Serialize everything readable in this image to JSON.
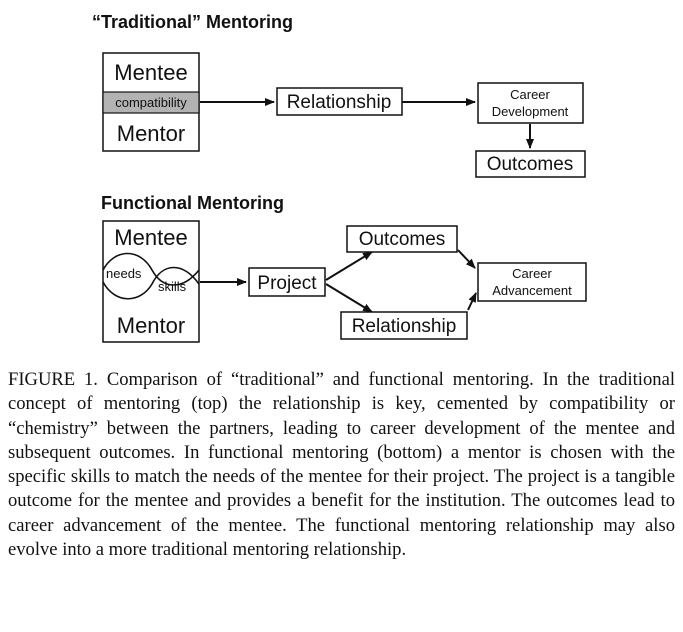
{
  "traditional": {
    "title": "“Traditional” Mentoring",
    "mentee": "Mentee",
    "compatibility": "compatibility",
    "mentor": "Mentor",
    "relationship": "Relationship",
    "career_line1": "Career",
    "career_line2": "Development",
    "outcomes": "Outcomes"
  },
  "functional": {
    "title": "Functional Mentoring",
    "mentee": "Mentee",
    "needs": "needs",
    "skills": "skills",
    "mentor": "Mentor",
    "project": "Project",
    "outcomes": "Outcomes",
    "relationship": "Relationship",
    "career_line1": "Career",
    "career_line2": "Advancement"
  },
  "caption": "FIGURE 1. Comparison of “traditional” and functional mentoring. In the traditional concept of mentoring (top) the relationship is key, cemented by compatibility or “chemistry” between the partners, leading to career development of the mentee and subsequent outcomes. In functional mentoring (bottom) a mentor is chosen with the specific skills to match the needs of the mentee for their project. The project is a tangible outcome for the mentee and provides a benefit for the institution. The outcomes lead to career advancement of the mentee. The functional mentoring relationship may also evolve into a more traditional mentoring relationship.",
  "colors": {
    "compatibility_band": "#b3b3b3",
    "ink": "#111111"
  }
}
